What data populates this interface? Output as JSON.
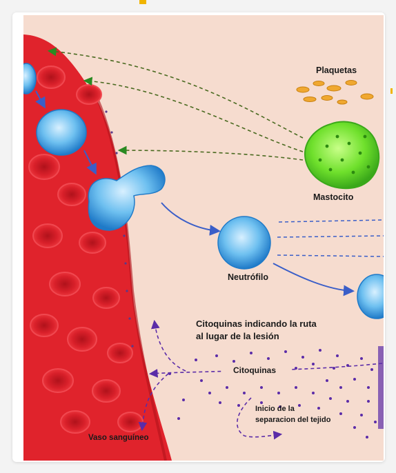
{
  "figure": {
    "labels": {
      "platelets": "Plaquetas",
      "mast_cell": "Mastocito",
      "neutrophil": "Neutrófilo",
      "cytokines_route_line1": "Citoquinas indicando la ruta",
      "cytokines_route_line2": "al lugar de la lesión",
      "cytokines": "Citoquinas",
      "tissue_sep_line1": "Inicio de la",
      "tissue_sep_line2": "separacion del tejido",
      "blood_vessel": "Vaso sanguíneo"
    },
    "colors": {
      "background": "#f6dccf",
      "vessel": "#e0232c",
      "vessel_dark": "#b0121b",
      "cell_blue": "#3a9ee0",
      "mast_green": "#57d12a",
      "platelet": "#f0a830",
      "cytokine_dots": "#5b2ca8"
    }
  }
}
